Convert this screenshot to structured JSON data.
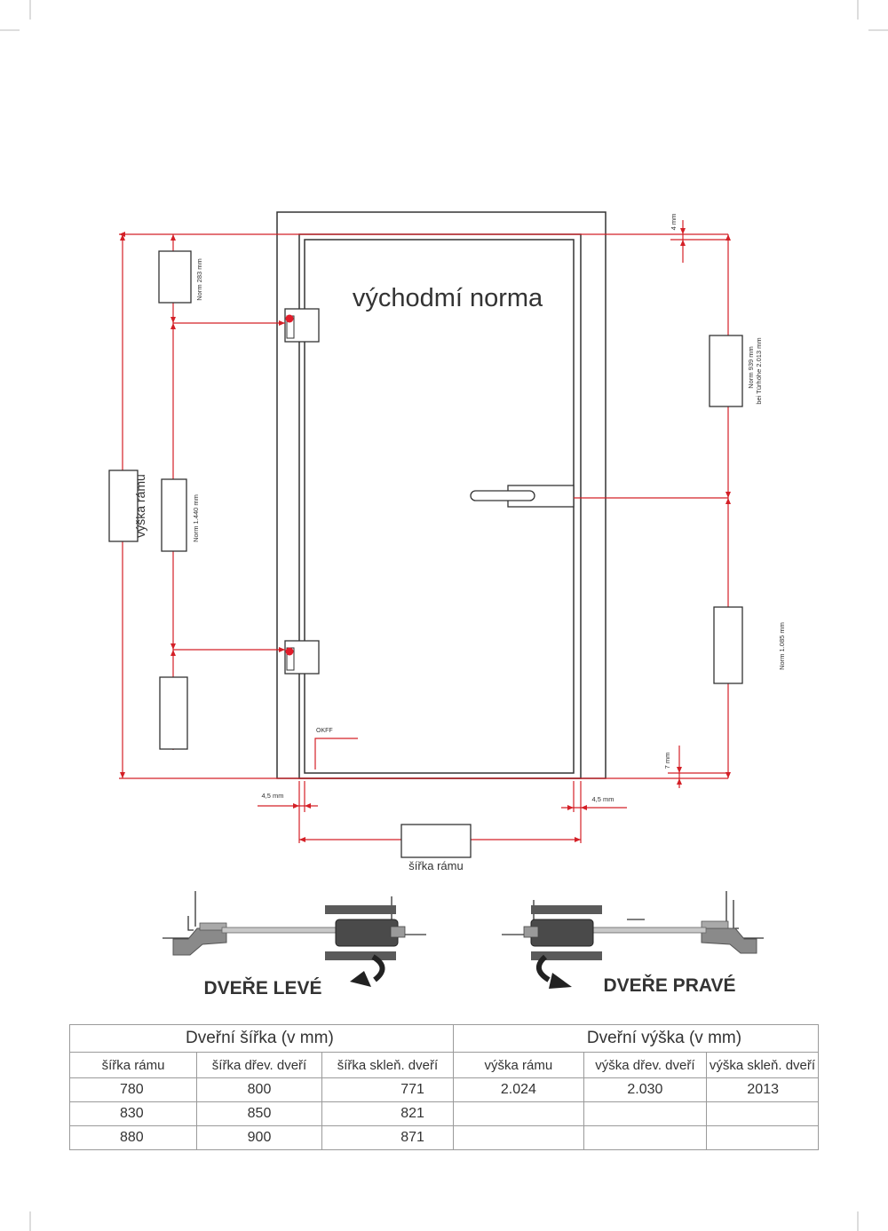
{
  "title": "východmí norma",
  "labels": {
    "frame_height": "výška rámu",
    "frame_width": "šířka rámu",
    "dim_top": "4 mm",
    "dim_bottom": "7 mm",
    "dim_left_gap": "4,5 mm",
    "dim_right_gap": "4,5 mm",
    "okff": "OKFF",
    "norm_283": "Norm 283 mm",
    "norm_1440": "Norm 1.440 mm",
    "norm_939_line1": "Norm 939 mm",
    "norm_939_line2": "bei Türhöhe 2.013 mm",
    "norm_1085": "Norm 1.085 mm"
  },
  "orientation": {
    "left": "DVEŘE LEVÉ",
    "right": "DVEŘE PRAVÉ"
  },
  "table": {
    "width_group": "Dveřní šířka (v mm)",
    "height_group": "Dveřní výška (v mm)",
    "headers": [
      "šířka rámu",
      "šířka dřev. dveří",
      "šířka skleň. dveří",
      "výška rámu",
      "výška dřev. dveří",
      "výška skleň. dveří"
    ],
    "rows": [
      [
        "780",
        "800",
        "771",
        "2.024",
        "2.030",
        "2013"
      ],
      [
        "830",
        "850",
        "821",
        "",
        "",
        ""
      ],
      [
        "880",
        "900",
        "871",
        "",
        "",
        ""
      ]
    ]
  },
  "colors": {
    "dimension_line": "#d42027",
    "frame": "#333333",
    "hardware_gray": "#8a8a8a"
  }
}
